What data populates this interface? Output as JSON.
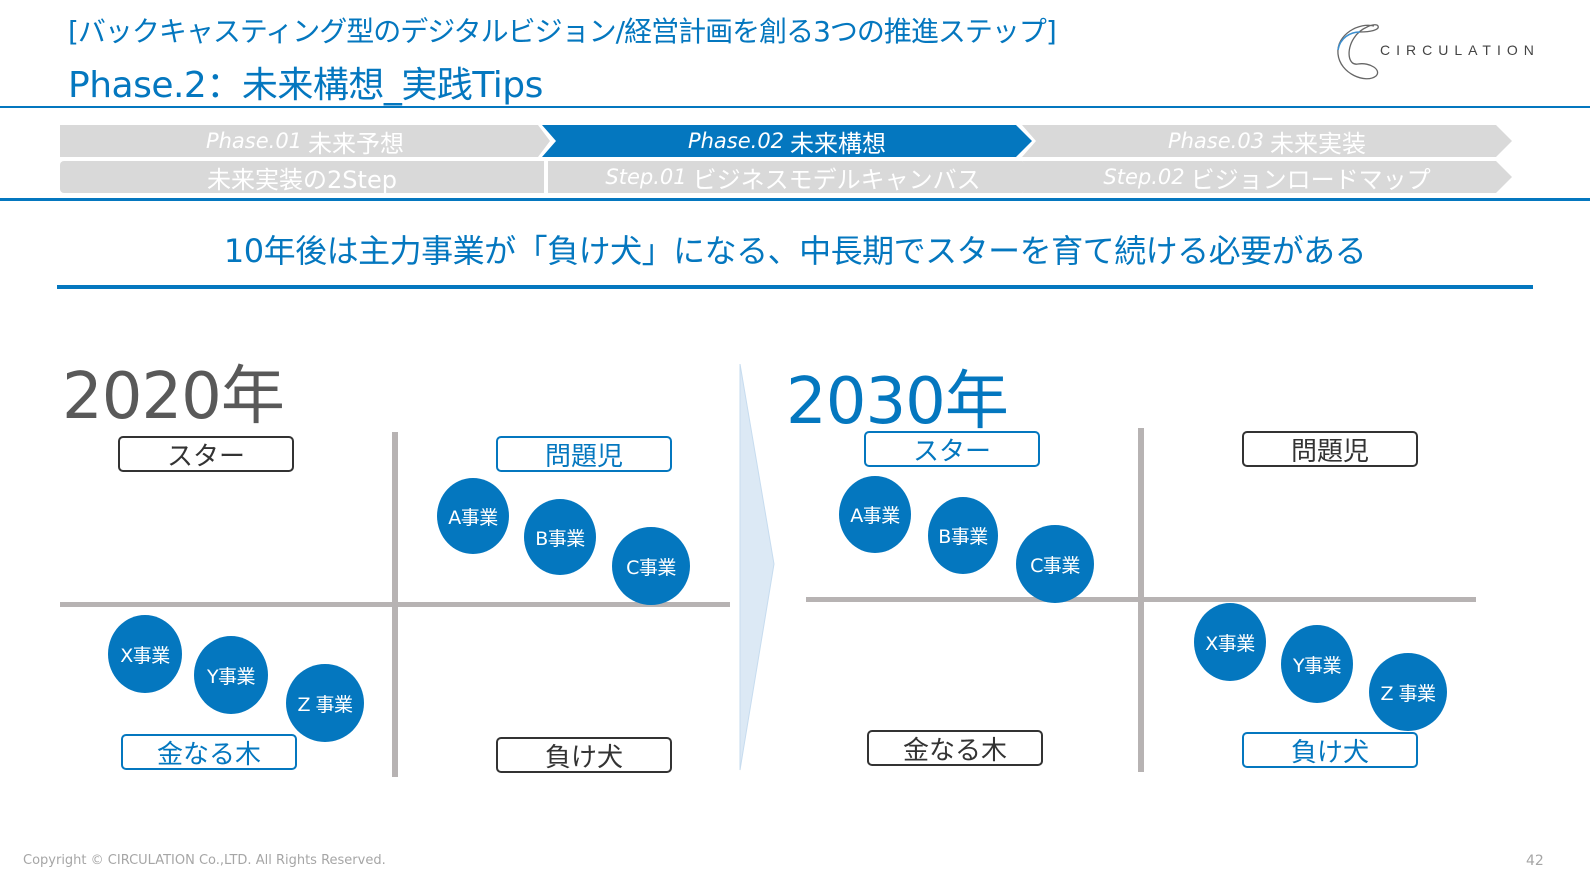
{
  "header": {
    "subtitle": "[バックキャスティング型のデジタルビジョン/経営計画を創る3つの推進ステップ]",
    "title": "Phase.2：未来構想_実践Tips",
    "logo_text": "CIRCULATION",
    "colors": {
      "accent": "#0477bf",
      "inactive": "#d9d9d9"
    }
  },
  "phase_nav": {
    "phases": [
      {
        "en": "Phase.01",
        "jp": "未来予想",
        "active": false
      },
      {
        "en": "Phase.02",
        "jp": "未来構想",
        "active": true
      },
      {
        "en": "Phase.03",
        "jp": "未来実装",
        "active": false
      }
    ],
    "steps": [
      {
        "en": "",
        "jp": "未来実装の2Step"
      },
      {
        "en": "Step.01",
        "jp": "ビジネスモデルキャンバス"
      },
      {
        "en": "Step.02",
        "jp": "ビジョンロードマップ"
      }
    ]
  },
  "headline": "10年後は主力事業が「負け犬」になる、中長期でスターを育て続ける必要がある",
  "chart_data": [
    {
      "type": "scatter",
      "title": "2020年",
      "quadrants": {
        "top_left": "スター",
        "top_right": "問題児",
        "bottom_left": "金なる木",
        "bottom_right": "負け犬"
      },
      "highlighted_quadrants": [
        "問題児",
        "金なる木"
      ],
      "points": [
        {
          "label": "A事業",
          "quadrant": "問題児"
        },
        {
          "label": "B事業",
          "quadrant": "問題児"
        },
        {
          "label": "C事業",
          "quadrant": "問題児"
        },
        {
          "label": "X事業",
          "quadrant": "金なる木"
        },
        {
          "label": "Y事業",
          "quadrant": "金なる木"
        },
        {
          "label": "Z 事業",
          "quadrant": "金なる木"
        }
      ]
    },
    {
      "type": "scatter",
      "title": "2030年",
      "quadrants": {
        "top_left": "スター",
        "top_right": "問題児",
        "bottom_left": "金なる木",
        "bottom_right": "負け犬"
      },
      "highlighted_quadrants": [
        "スター",
        "負け犬"
      ],
      "points": [
        {
          "label": "A事業",
          "quadrant": "スター"
        },
        {
          "label": "B事業",
          "quadrant": "スター"
        },
        {
          "label": "C事業",
          "quadrant": "スター"
        },
        {
          "label": "X事業",
          "quadrant": "負け犬"
        },
        {
          "label": "Y事業",
          "quadrant": "負け犬"
        },
        {
          "label": "Z 事業",
          "quadrant": "負け犬"
        }
      ]
    }
  ],
  "footer": {
    "copyright": "Copyright © CIRCULATION Co.,LTD. All Rights Reserved.",
    "page_number": "42"
  }
}
